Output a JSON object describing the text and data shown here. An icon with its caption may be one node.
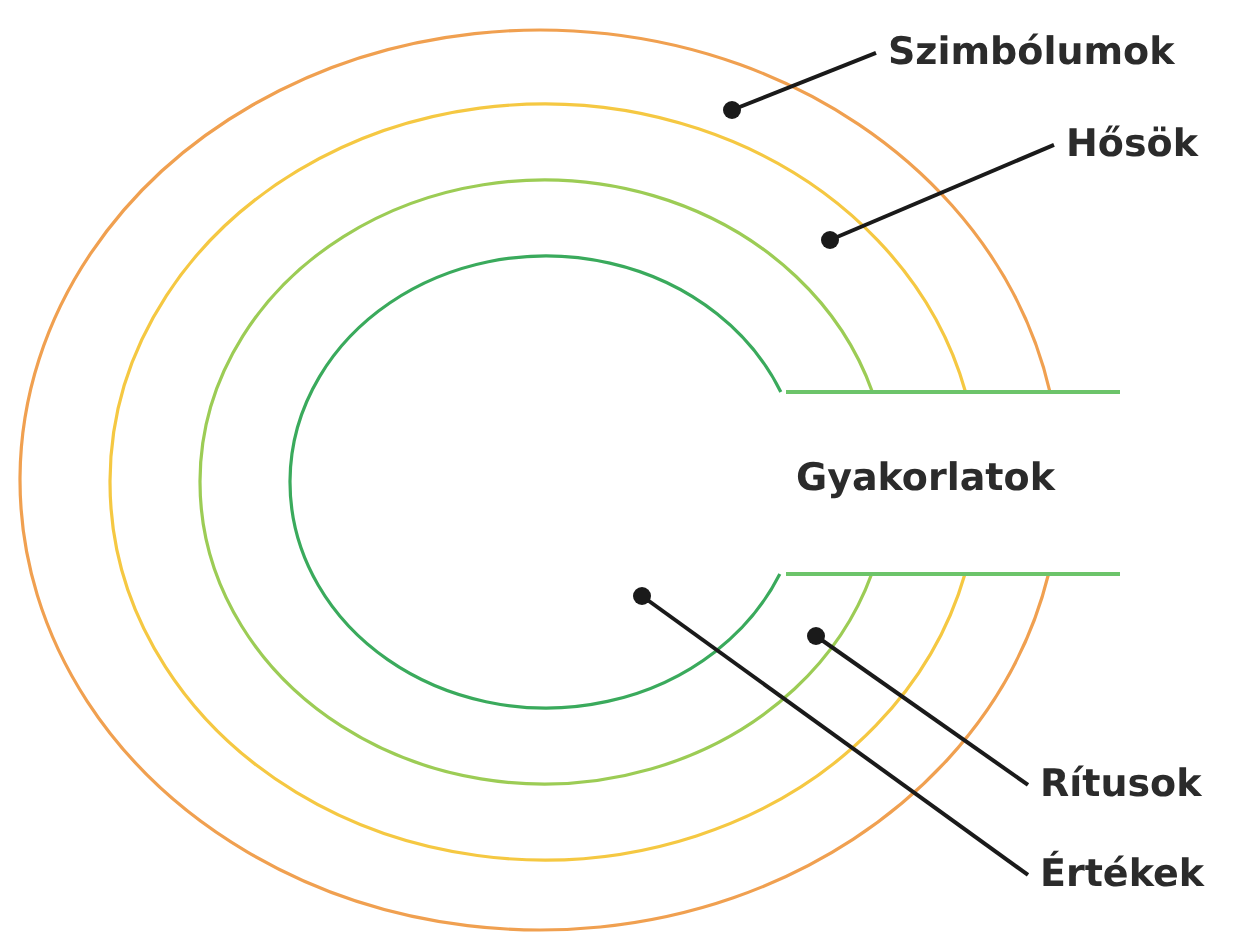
{
  "diagram": {
    "nodes": [
      {
        "text": [
          "Szimbólumok"
        ]
      },
      {
        "text": [
          "Hősök"
        ]
      },
      {
        "text": [
          "Rítusok"
        ]
      },
      {
        "text": [
          "Értékek"
        ]
      }
    ],
    "edges": [
      {
        "from": 0,
        "to": null,
        "arrow": "other"
      },
      {
        "from": 1,
        "to": null,
        "arrow": "other"
      },
      {
        "from": 2,
        "to": null,
        "arrow": "other"
      },
      {
        "from": 3,
        "to": null,
        "arrow": "other"
      }
    ],
    "labels": [
      "Gyakorlatok"
    ]
  }
}
